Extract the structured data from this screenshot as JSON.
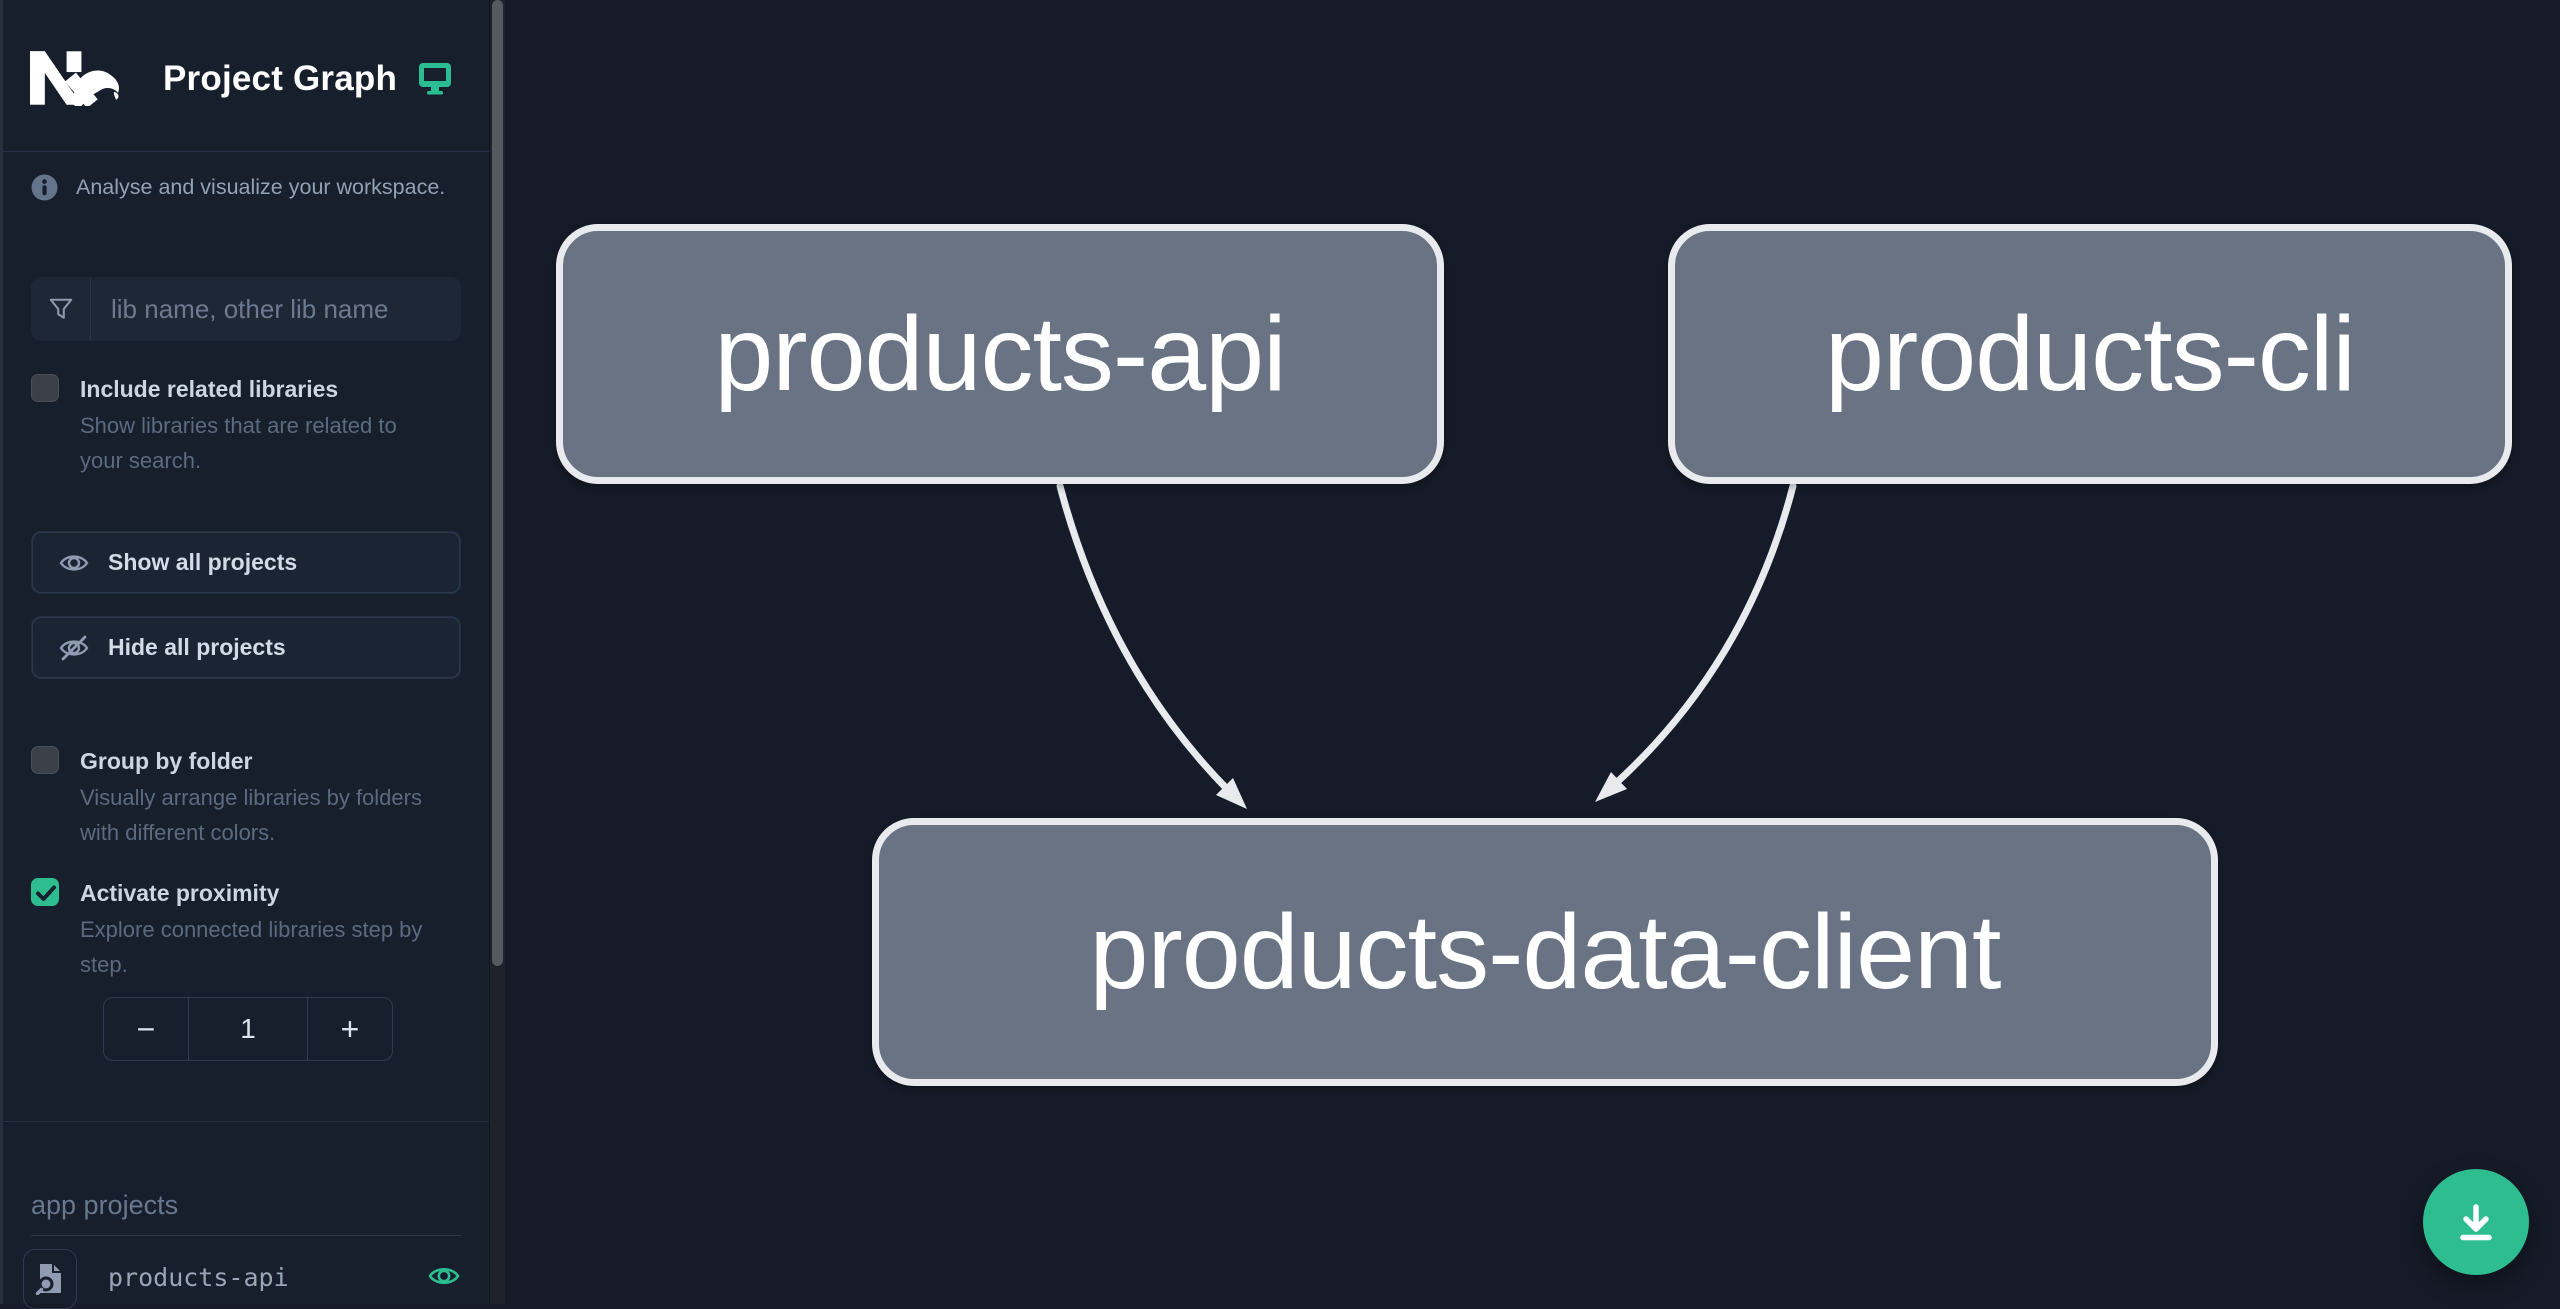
{
  "app": {
    "title": "Project Graph"
  },
  "sidebar": {
    "tagline": "Analyse and visualize your workspace.",
    "search": {
      "placeholder": "lib name, other lib name"
    },
    "options": {
      "include_related": {
        "label": "Include related libraries",
        "description": "Show libraries that are related to your search.",
        "checked": false
      },
      "group_by_folder": {
        "label": "Group by folder",
        "description": "Visually arrange libraries by folders with different colors.",
        "checked": false
      },
      "activate_proximity": {
        "label": "Activate proximity",
        "description": "Explore connected libraries step by step.",
        "checked": true
      }
    },
    "actions": {
      "show_all": "Show all projects",
      "hide_all": "Hide all projects"
    },
    "proximity_stepper": {
      "decrement_label": "−",
      "value": "1",
      "increment_label": "+"
    },
    "projects": {
      "heading": "app projects",
      "items": [
        {
          "name": "products-api",
          "visible": true
        }
      ]
    }
  },
  "graph": {
    "nodes": [
      {
        "id": "products-api",
        "label": "products-api"
      },
      {
        "id": "products-cli",
        "label": "products-cli"
      },
      {
        "id": "products-data-client",
        "label": "products-data-client"
      }
    ],
    "edges": [
      {
        "source": "products-api",
        "target": "products-data-client"
      },
      {
        "source": "products-cli",
        "target": "products-data-client"
      }
    ]
  },
  "fab": {
    "action": "download-graph-image"
  },
  "colors": {
    "accent_green": "#2ebd8f",
    "node_fill": "#6a7383",
    "node_border": "#e8eaee",
    "canvas_bg": "#151b28",
    "sidebar_bg": "#171e2c",
    "muted_text": "#5c6a80"
  }
}
